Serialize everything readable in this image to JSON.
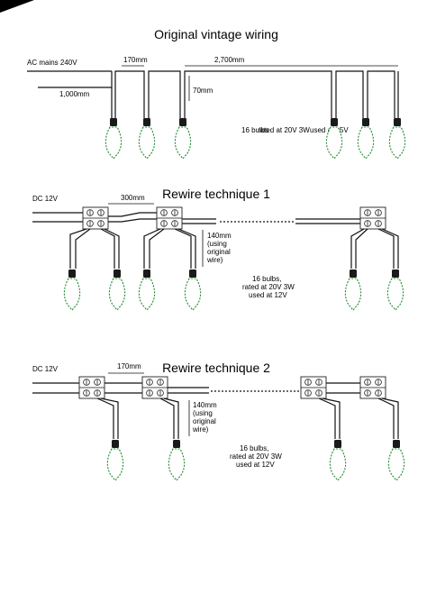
{
  "diagram": {
    "section1": {
      "title": "Original vintage wiring",
      "supply": "AC mains 240V",
      "dim_a": "1,000mm",
      "dim_b": "170mm",
      "dim_c": "70mm",
      "dim_d": "2,700mm",
      "bulbs_note_1": "16 bulbs",
      "bulbs_note_2": "rated at 20V 3W",
      "bulbs_note_3": "used at 15V"
    },
    "section2": {
      "title": "Rewire technique 1",
      "supply": "DC 12V",
      "dim_a": "300mm",
      "dim_b_1": "140mm",
      "dim_b_2": "(using",
      "dim_b_3": "original",
      "dim_b_4": "wire)",
      "note_1": "16 bulbs,",
      "note_2": "rated at 20V 3W",
      "note_3": "used at 12V"
    },
    "section3": {
      "title": "Rewire technique 2",
      "supply": "DC 12V",
      "dim_a": "170mm",
      "dim_b_1": "140mm",
      "dim_b_2": "(using",
      "dim_b_3": "original",
      "dim_b_4": "wire)",
      "note_1": "16 bulbs,",
      "note_2": "rated at 20V 3W",
      "note_3": "used at 12V"
    },
    "colors": {
      "wire": "#111111",
      "bulb_outline": "#1f8a2c",
      "bulb_cap": "#1a1a1a"
    }
  }
}
